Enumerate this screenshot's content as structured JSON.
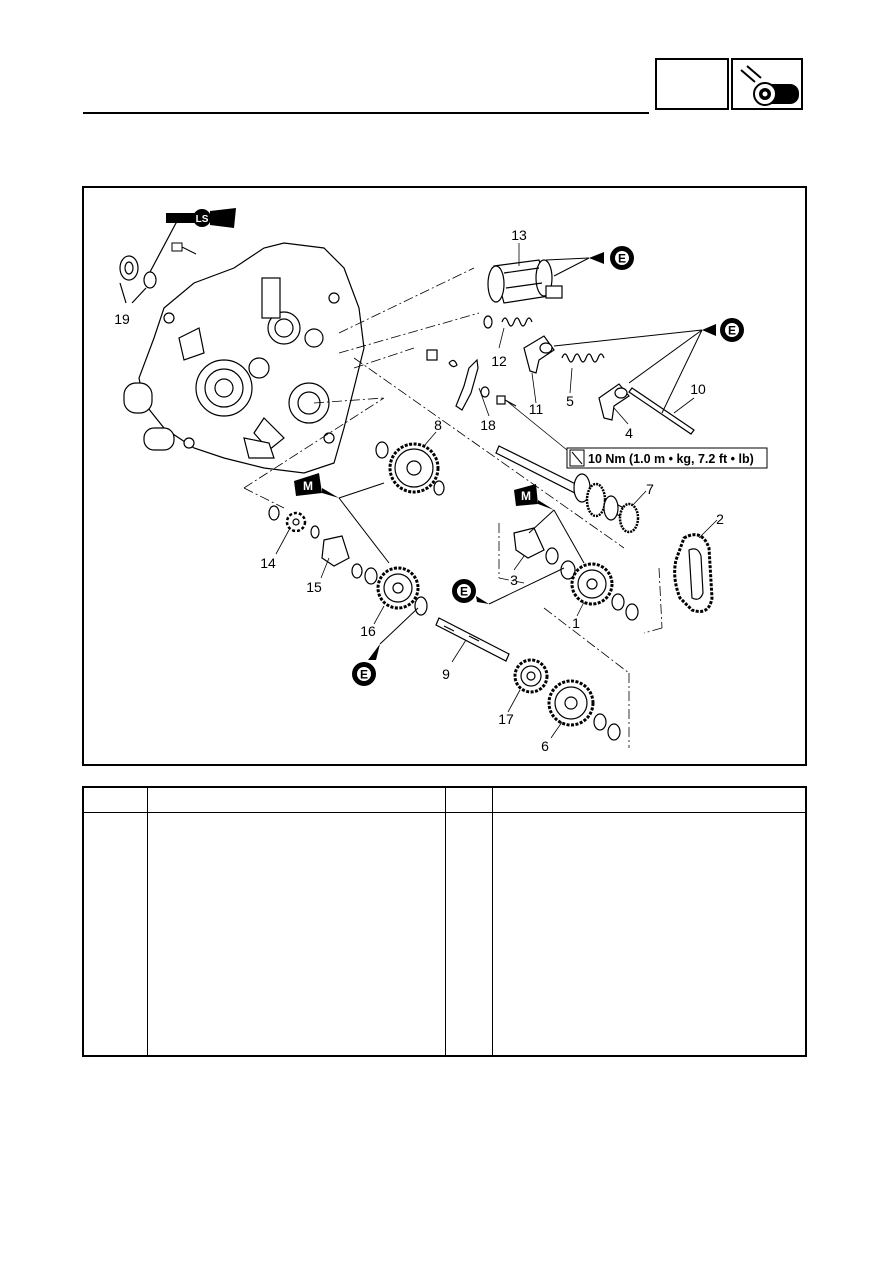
{
  "callouts": {
    "c1": "1",
    "c2": "2",
    "c3": "3",
    "c4": "4",
    "c5": "5",
    "c6": "6",
    "c7": "7",
    "c8": "8",
    "c9": "9",
    "c10": "10",
    "c11": "11",
    "c12": "12",
    "c13": "13",
    "c14": "14",
    "c15": "15",
    "c16": "16",
    "c17": "17",
    "c18": "18",
    "c19": "19"
  },
  "symbols": {
    "ls": "LS",
    "e": "E",
    "m": "M"
  },
  "torque_spec": "10 Nm (1.0 m • kg, 7.2 ft • lb)",
  "icons": {
    "header_icon": "engine-roller-icon",
    "torque_icon": "torque-wrench-icon"
  }
}
